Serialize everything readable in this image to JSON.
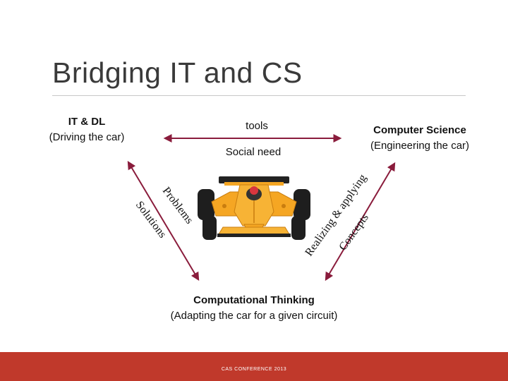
{
  "slide": {
    "title": "Bridging IT and CS",
    "footer": "CAS CONFERENCE 2013"
  },
  "nodes": {
    "it_dl": {
      "heading": "IT & DL",
      "sub": "(Driving the car)"
    },
    "cs": {
      "heading": "Computer Science",
      "sub": "(Engineering the car)"
    },
    "ct": {
      "heading": "Computational Thinking",
      "sub": "(Adapting the car for a given circuit)"
    }
  },
  "edges": {
    "top_upper": "tools",
    "top_lower": "Social need",
    "left_outer": "Solutions",
    "left_inner": "Problems",
    "right_outer": "Realizing & applying",
    "right_inner": "Concepts"
  },
  "colors": {
    "arrow": "#8a1c3c",
    "footer": "#c0392b",
    "car_body": "#f5a623"
  },
  "image": {
    "icon": "race-car-icon"
  }
}
